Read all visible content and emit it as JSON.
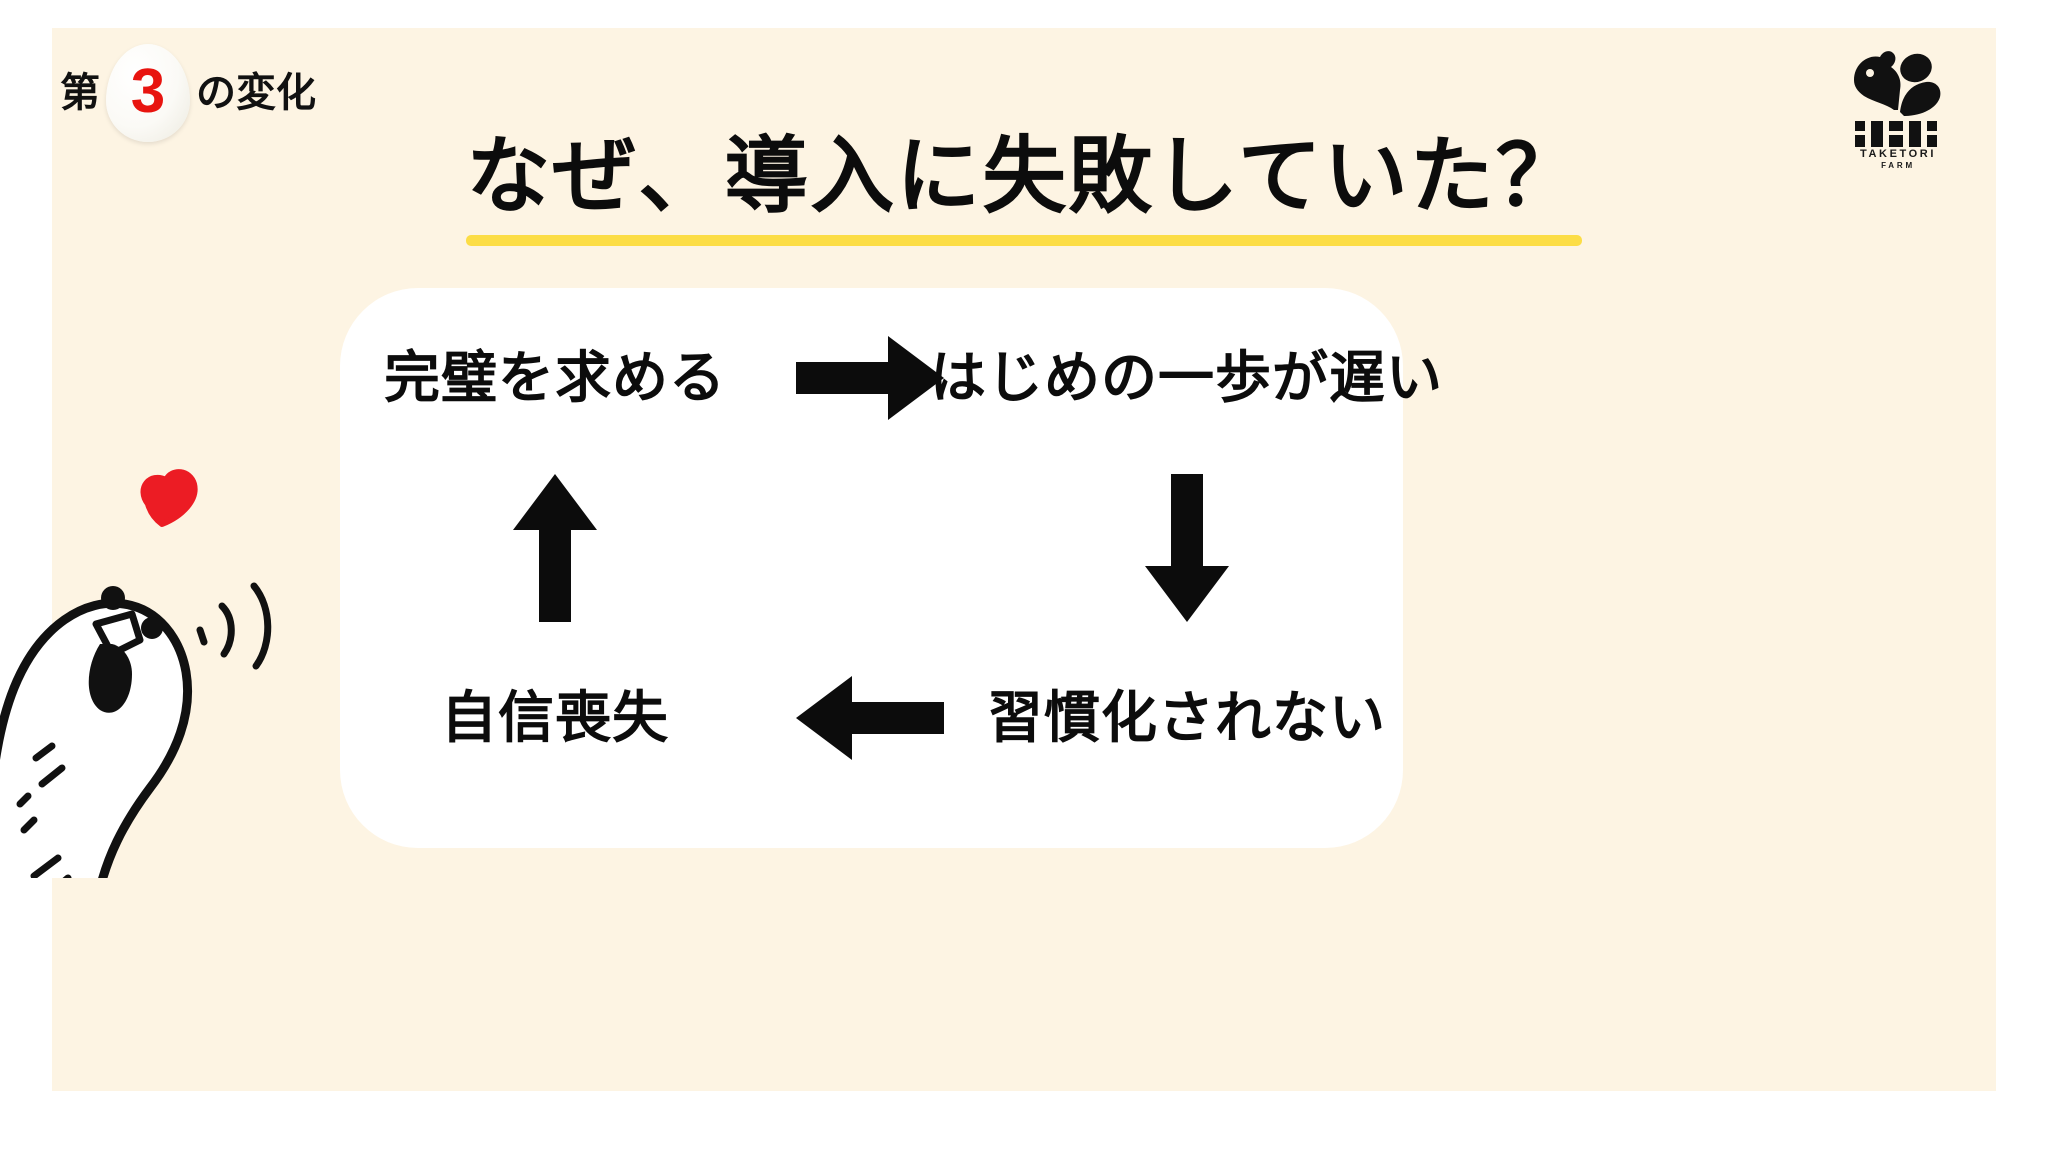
{
  "slide": {
    "background_color": "#fdf4e3",
    "card_color": "#ffffff",
    "accent_yellow": "#fcdd46",
    "accent_red": "#e8140f"
  },
  "header": {
    "badge_prefix": "第",
    "badge_number": "3",
    "badge_suffix": "の変化",
    "badge_icon": "egg-icon"
  },
  "logo": {
    "mark": "bird-logo-icon",
    "name": "TAKETORI",
    "sub": "FARM"
  },
  "title": {
    "text": "なぜ、導入に失敗していた？",
    "underline": true
  },
  "cycle": {
    "nodes": [
      {
        "id": "node-1",
        "label": "完璧を求める"
      },
      {
        "id": "node-2",
        "label": "はじめの一歩が遅い"
      },
      {
        "id": "node-3",
        "label": "習慣化されない"
      },
      {
        "id": "node-4",
        "label": "自信喪失"
      }
    ],
    "arrows": [
      {
        "id": "arrow-right",
        "direction": "right",
        "icon": "arrow-right-icon"
      },
      {
        "id": "arrow-down",
        "direction": "down",
        "icon": "arrow-down-icon"
      },
      {
        "id": "arrow-left",
        "direction": "left",
        "icon": "arrow-left-icon"
      },
      {
        "id": "arrow-up",
        "direction": "up",
        "icon": "arrow-up-icon"
      }
    ]
  },
  "illustration": {
    "name": "chicken-character",
    "comb_color": "#ec1c24"
  }
}
